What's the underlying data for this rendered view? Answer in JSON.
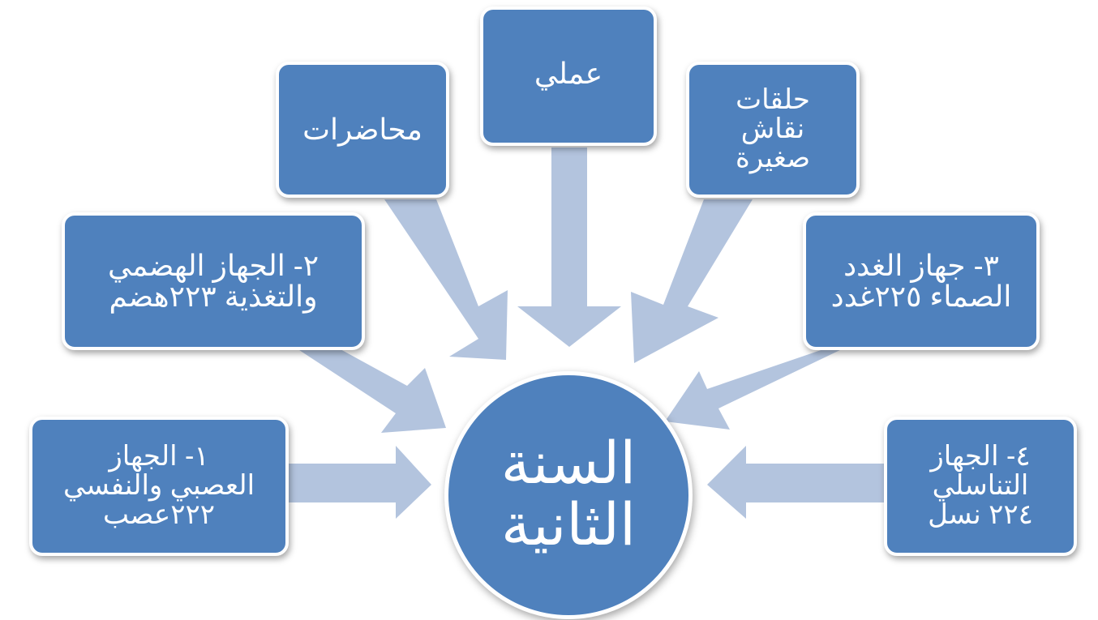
{
  "colors": {
    "box_fill": "#4f81bd",
    "arrow_fill": "#b3c4de",
    "text": "#ffffff"
  },
  "center": {
    "label": "السنة\nالثانية"
  },
  "nodes": {
    "lectures": "محاضرات",
    "practical": "عملي",
    "small_groups": "حلقات\nنقاش\nصغيرة",
    "digestive": "٢- الجهاز الهضمي\nوالتغذية ٢٢٣هضم",
    "endocrine": "٣- جهاز الغدد\nالصماء ٢٢٥غدد",
    "nervous": "١- الجهاز\nالعصبي والنفسي\n٢٢٢عصب",
    "reproductive": "٤- الجهاز\nالتناسلي\n٢٢٤ نسل"
  }
}
